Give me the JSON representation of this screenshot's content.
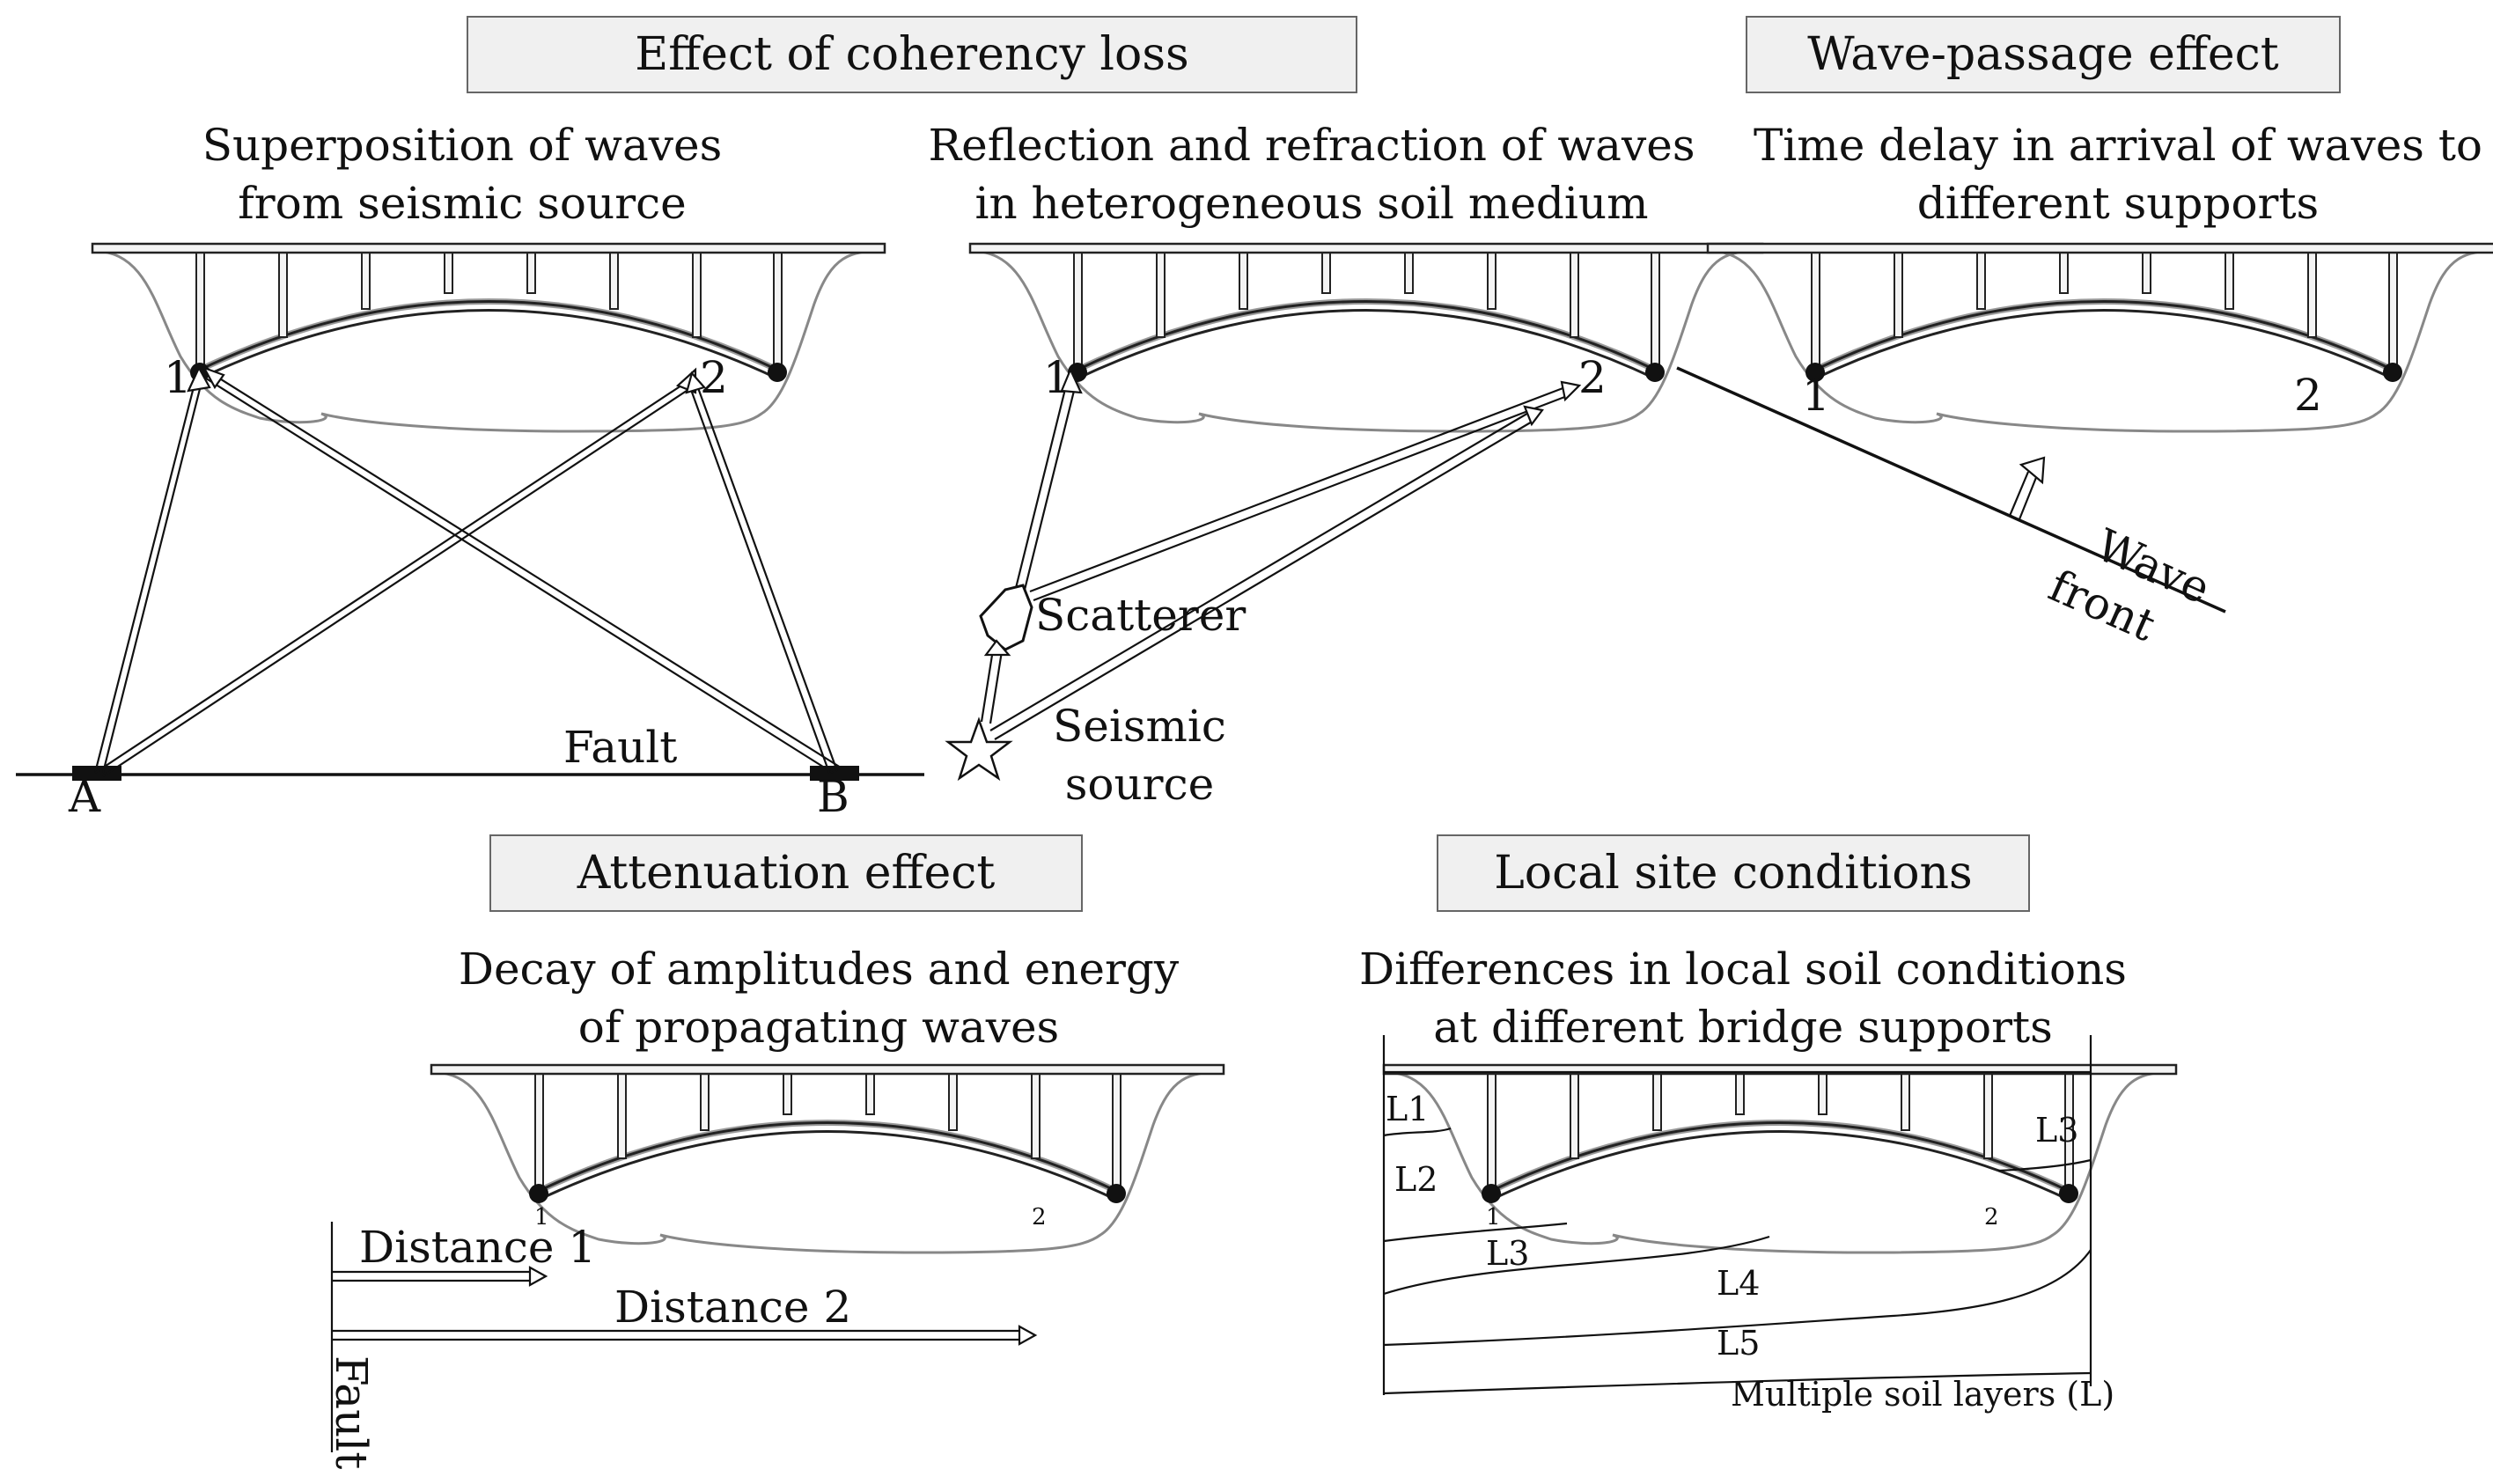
{
  "headers": {
    "coherency": "Effect of coherency loss",
    "wave_passage": "Wave-passage effect",
    "attenuation": "Attenuation effect",
    "local_site": "Local site conditions"
  },
  "captions": {
    "superposition": [
      "Superposition of waves",
      "from seismic source"
    ],
    "reflection": [
      "Reflection and refraction of waves",
      "in heterogeneous soil medium"
    ],
    "time_delay": [
      "Time delay in arrival of waves to",
      "different supports"
    ],
    "decay": [
      "Decay of amplitudes and energy",
      "of propagating waves"
    ],
    "differences": [
      "Differences in local soil conditions",
      "at different bridge supports"
    ]
  },
  "labels": {
    "support_1": "1",
    "support_2": "2",
    "fault": "Fault",
    "point_a": "A",
    "point_b": "B",
    "scatterer": "Scatterer",
    "seismic_source": [
      "Seismic",
      "source"
    ],
    "wave_front": [
      "Wave",
      "front"
    ],
    "distance_1": "Distance 1",
    "distance_2": "Distance 2",
    "fault_vertical": "Fault",
    "soil_layers": [
      "L1",
      "L2",
      "L3",
      "L3",
      "L4",
      "L5"
    ],
    "multiple_soil_layers": "Multiple soil layers (L)"
  }
}
